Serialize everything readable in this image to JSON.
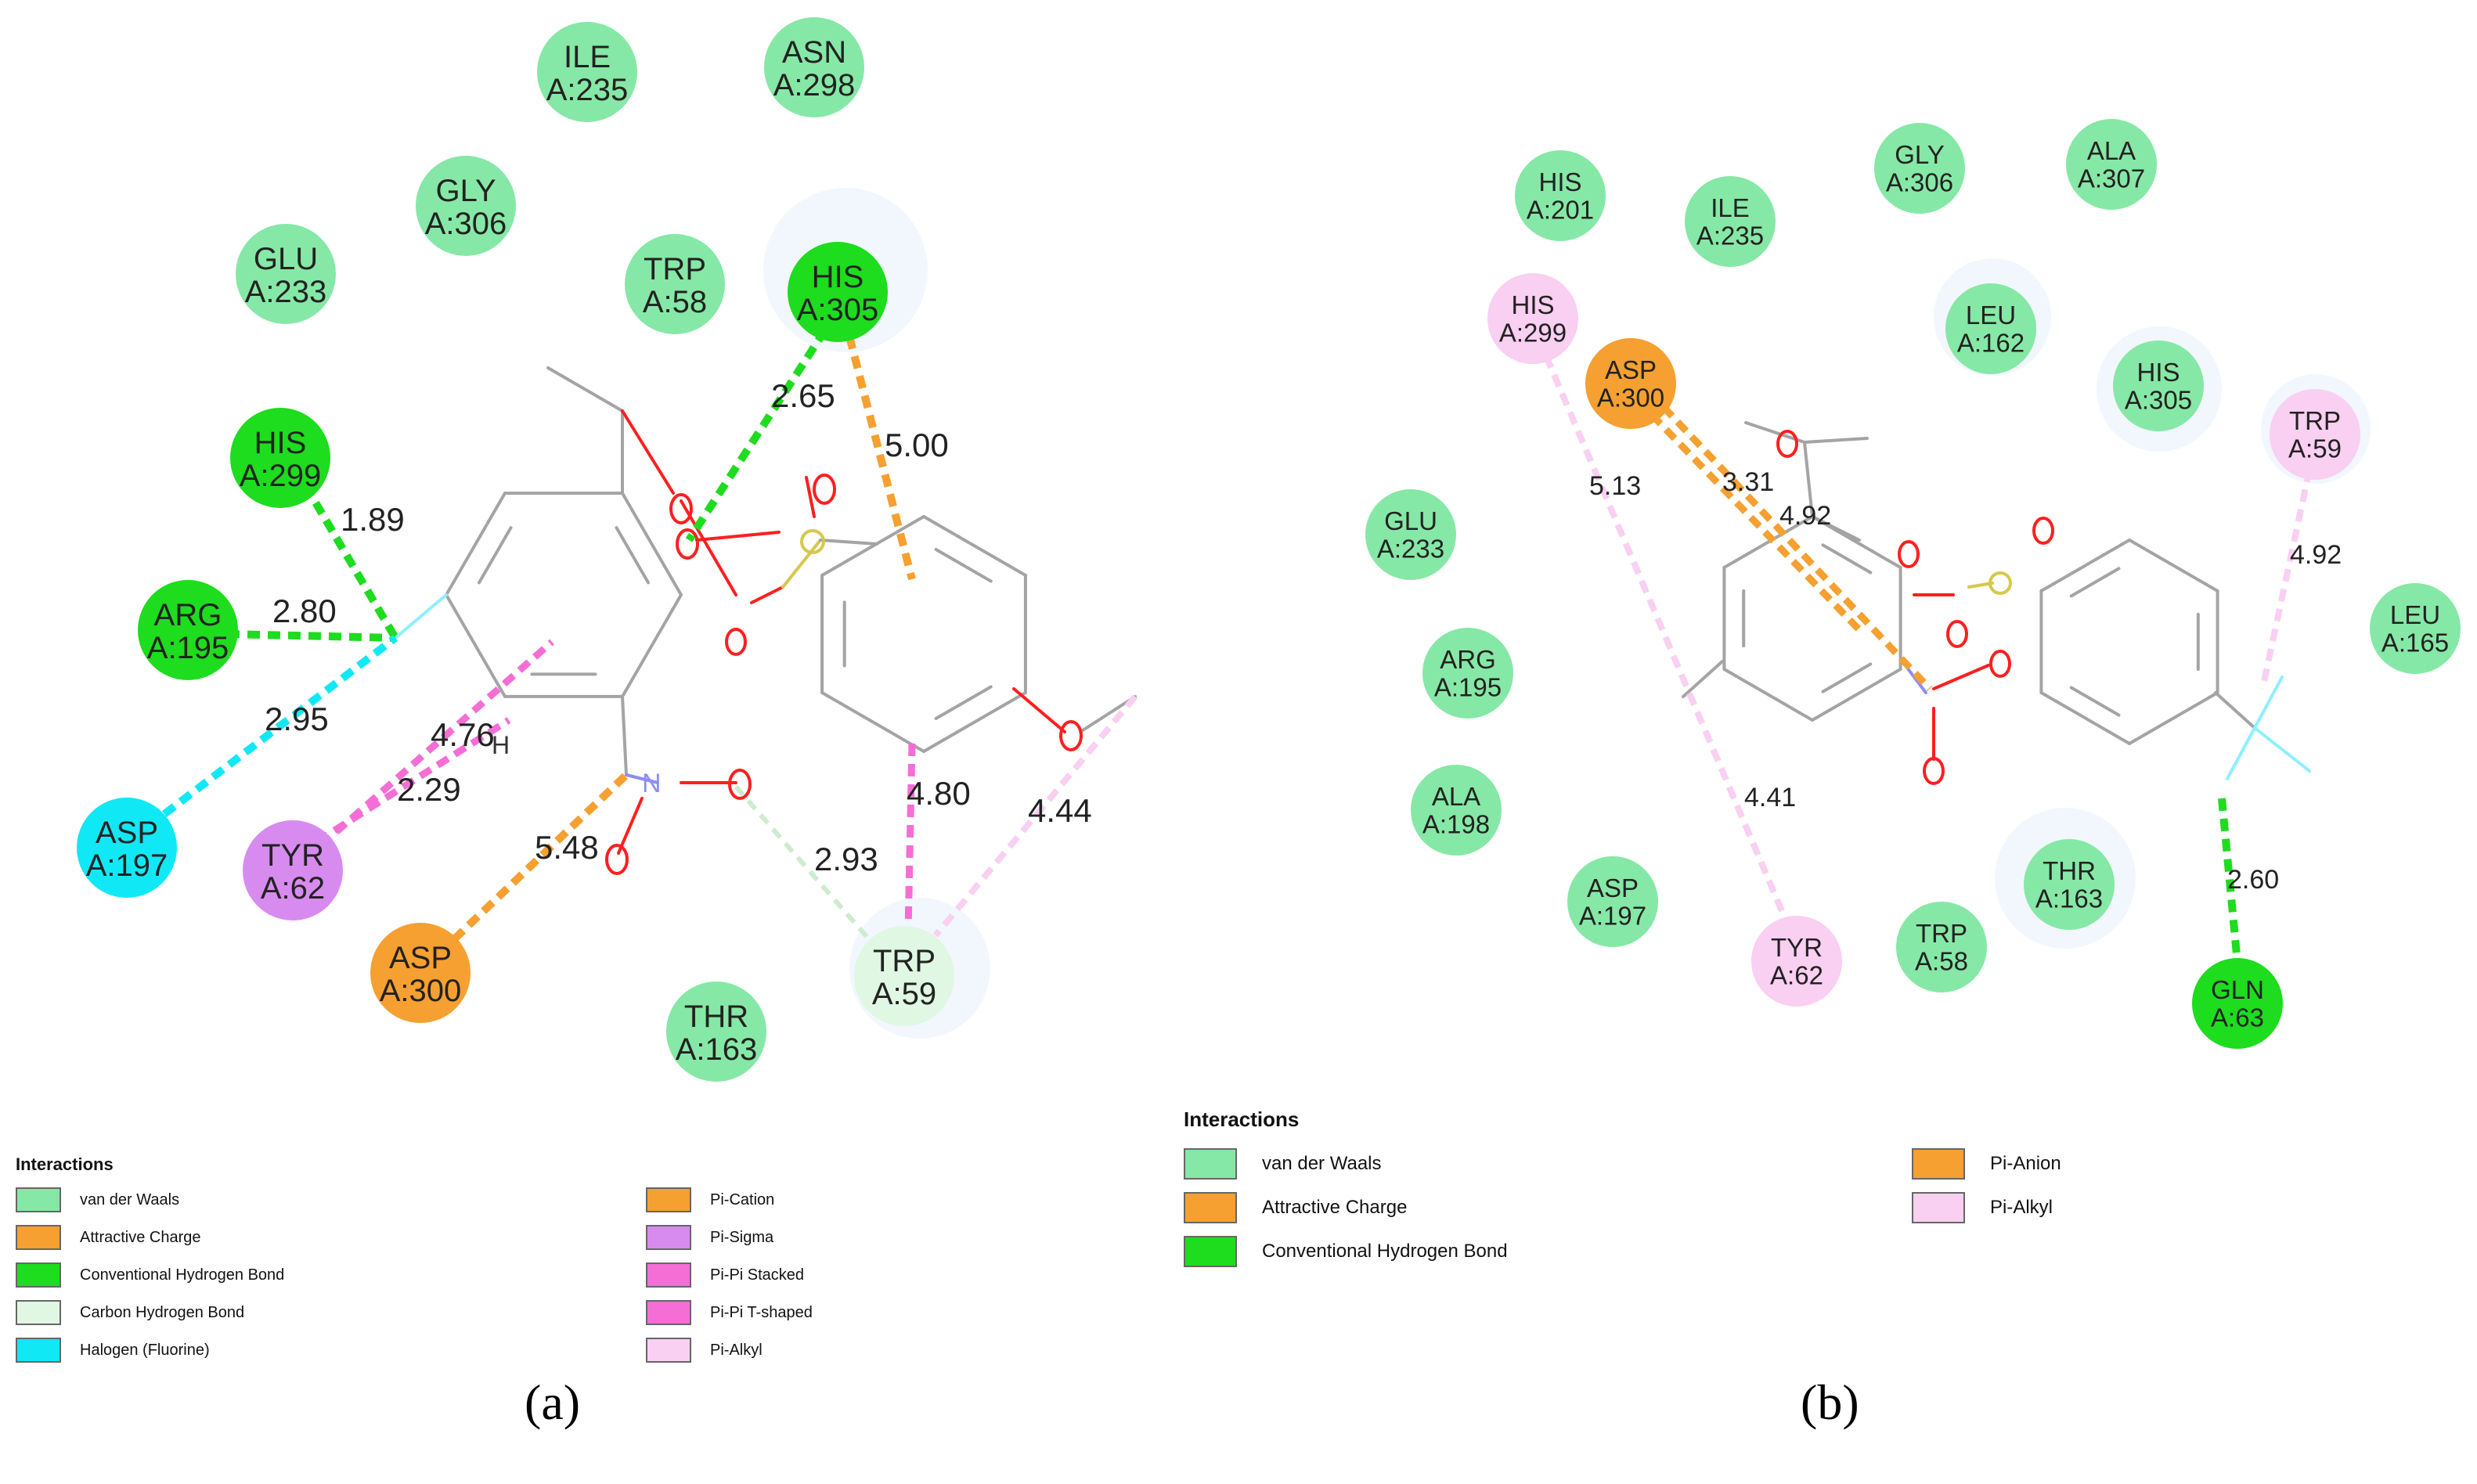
{
  "colors": {
    "vdw": "#86e8a6",
    "attractive": "#f5a030",
    "hbond": "#1edc1e",
    "carbon_hbond": "#dff7e3",
    "halogen": "#11e8f5",
    "pi_sigma": "#d78bef",
    "pi_stacked": "#f46ed6",
    "pi_alkyl": "#f9cff2",
    "bond": "#a4a4a4",
    "oxygen": "#ff1f1f",
    "nitrogen": "#8d8df5",
    "sulfur": "#d6c84a",
    "fluorine": "#8fefff"
  },
  "panel_a": {
    "caption": "(a)",
    "residues": [
      {
        "id": "ile235",
        "name": "ILE",
        "chain": "A:235",
        "type": "vdw"
      },
      {
        "id": "asn298",
        "name": "ASN",
        "chain": "A:298",
        "type": "vdw"
      },
      {
        "id": "gly306",
        "name": "GLY",
        "chain": "A:306",
        "type": "vdw"
      },
      {
        "id": "glu233",
        "name": "GLU",
        "chain": "A:233",
        "type": "vdw"
      },
      {
        "id": "trp58",
        "name": "TRP",
        "chain": "A:58",
        "type": "vdw"
      },
      {
        "id": "his305",
        "name": "HIS",
        "chain": "A:305",
        "type": "hbond"
      },
      {
        "id": "his299",
        "name": "HIS",
        "chain": "A:299",
        "type": "hbond"
      },
      {
        "id": "arg195",
        "name": "ARG",
        "chain": "A:195",
        "type": "hbond"
      },
      {
        "id": "asp197",
        "name": "ASP",
        "chain": "A:197",
        "type": "halogen"
      },
      {
        "id": "tyr62",
        "name": "TYR",
        "chain": "A:62",
        "type": "pi_sigma"
      },
      {
        "id": "asp300",
        "name": "ASP",
        "chain": "A:300",
        "type": "attractive"
      },
      {
        "id": "thr163",
        "name": "THR",
        "chain": "A:163",
        "type": "vdw"
      },
      {
        "id": "trp59",
        "name": "TRP",
        "chain": "A:59",
        "type": "carbon_hbond"
      }
    ],
    "distances": [
      "2.65",
      "5.00",
      "1.89",
      "2.80",
      "2.95",
      "4.76",
      "2.29",
      "5.48",
      "2.93",
      "4.80",
      "4.44"
    ],
    "atom_h": "H",
    "legend": {
      "title": "Interactions",
      "items": [
        {
          "label": "van der Waals",
          "color": "vdw"
        },
        {
          "label": "Attractive Charge",
          "color": "attractive"
        },
        {
          "label": "Conventional Hydrogen Bond",
          "color": "hbond"
        },
        {
          "label": "Carbon Hydrogen Bond",
          "color": "carbon_hbond"
        },
        {
          "label": "Halogen (Fluorine)",
          "color": "halogen"
        },
        {
          "label": "Pi-Cation",
          "color": "attractive"
        },
        {
          "label": "Pi-Sigma",
          "color": "pi_sigma"
        },
        {
          "label": "Pi-Pi Stacked",
          "color": "pi_stacked"
        },
        {
          "label": "Pi-Pi T-shaped",
          "color": "pi_stacked"
        },
        {
          "label": "Pi-Alkyl",
          "color": "pi_alkyl"
        }
      ]
    }
  },
  "panel_b": {
    "caption": "(b)",
    "residues": [
      {
        "id": "his201",
        "name": "HIS",
        "chain": "A:201",
        "type": "vdw"
      },
      {
        "id": "ile235",
        "name": "ILE",
        "chain": "A:235",
        "type": "vdw"
      },
      {
        "id": "gly306",
        "name": "GLY",
        "chain": "A:306",
        "type": "vdw"
      },
      {
        "id": "ala307",
        "name": "ALA",
        "chain": "A:307",
        "type": "vdw"
      },
      {
        "id": "his299",
        "name": "HIS",
        "chain": "A:299",
        "type": "pi_alkyl"
      },
      {
        "id": "asp300",
        "name": "ASP",
        "chain": "A:300",
        "type": "attractive"
      },
      {
        "id": "leu162",
        "name": "LEU",
        "chain": "A:162",
        "type": "vdw"
      },
      {
        "id": "his305",
        "name": "HIS",
        "chain": "A:305",
        "type": "vdw"
      },
      {
        "id": "trp59",
        "name": "TRP",
        "chain": "A:59",
        "type": "pi_alkyl"
      },
      {
        "id": "glu233",
        "name": "GLU",
        "chain": "A:233",
        "type": "vdw"
      },
      {
        "id": "leu165",
        "name": "LEU",
        "chain": "A:165",
        "type": "vdw"
      },
      {
        "id": "arg195",
        "name": "ARG",
        "chain": "A:195",
        "type": "vdw"
      },
      {
        "id": "ala198",
        "name": "ALA",
        "chain": "A:198",
        "type": "vdw"
      },
      {
        "id": "asp197",
        "name": "ASP",
        "chain": "A:197",
        "type": "vdw"
      },
      {
        "id": "tyr62",
        "name": "TYR",
        "chain": "A:62",
        "type": "pi_alkyl"
      },
      {
        "id": "trp58",
        "name": "TRP",
        "chain": "A:58",
        "type": "vdw"
      },
      {
        "id": "thr163",
        "name": "THR",
        "chain": "A:163",
        "type": "vdw"
      },
      {
        "id": "gln63",
        "name": "GLN",
        "chain": "A:63",
        "type": "hbond"
      }
    ],
    "distances": [
      "5.13",
      "3.31",
      "4.92",
      "4.92",
      "4.41",
      "2.60"
    ],
    "legend": {
      "title": "Interactions",
      "items": [
        {
          "label": "van der Waals",
          "color": "vdw"
        },
        {
          "label": "Attractive Charge",
          "color": "attractive"
        },
        {
          "label": "Conventional Hydrogen Bond",
          "color": "hbond"
        },
        {
          "label": "Pi-Anion",
          "color": "attractive"
        },
        {
          "label": "Pi-Alkyl",
          "color": "pi_alkyl"
        }
      ]
    }
  }
}
